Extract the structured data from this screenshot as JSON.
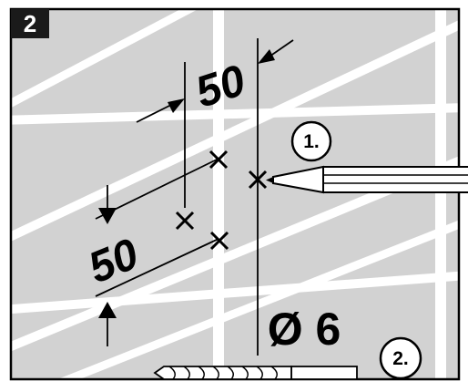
{
  "step": {
    "number": "2"
  },
  "dimensions": {
    "horizontal": "50",
    "vertical": "50"
  },
  "drill": {
    "diameter_label": "Ø 6"
  },
  "callouts": [
    {
      "label": "1."
    },
    {
      "label": "2."
    }
  ],
  "colors": {
    "wall": "#d2d2d2",
    "tile_lines": "#ffffff",
    "ink": "#000000",
    "badge": "#1a1a1a"
  },
  "icons": {
    "pencil": "pencil-icon",
    "drill_bit": "drill-bit-icon",
    "cross_mark": "cross-mark-icon"
  }
}
